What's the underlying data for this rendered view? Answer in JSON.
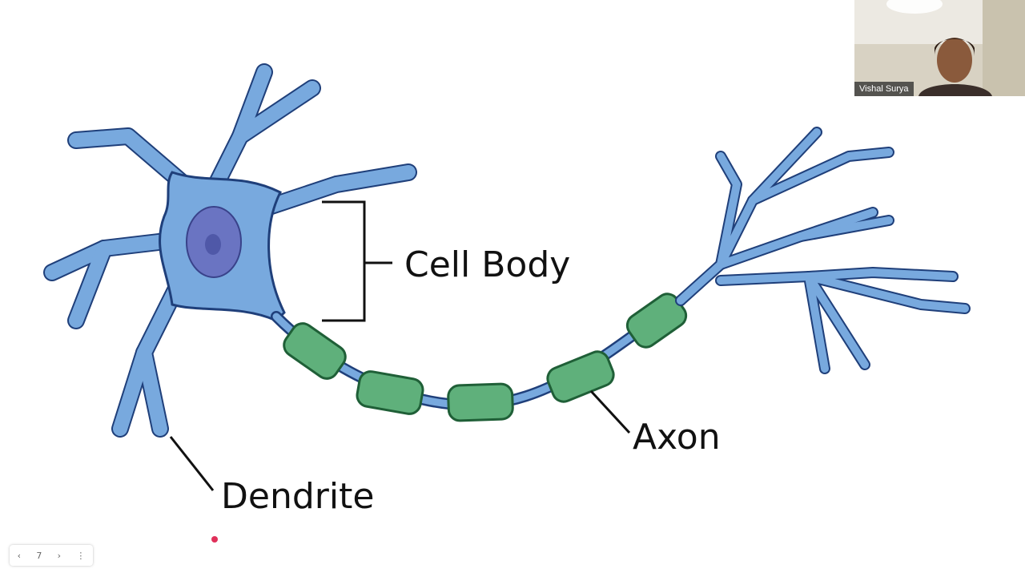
{
  "slide": {
    "labels": {
      "cell_body": "Cell Body",
      "axon": "Axon",
      "dendrite": "Dendrite"
    }
  },
  "video": {
    "participant_name": "Vishal Surya"
  },
  "navigator": {
    "prev_icon": "chevron-left-icon",
    "page_number": "7",
    "next_icon": "chevron-right-icon",
    "more_icon": "vertical-ellipsis-icon"
  },
  "colors": {
    "dendrite_fill": "#78a9de",
    "dendrite_stroke": "#1f3f7a",
    "nucleus_fill": "#6a74c2",
    "myelin_fill": "#5fb07b",
    "myelin_stroke": "#1f5f37"
  }
}
